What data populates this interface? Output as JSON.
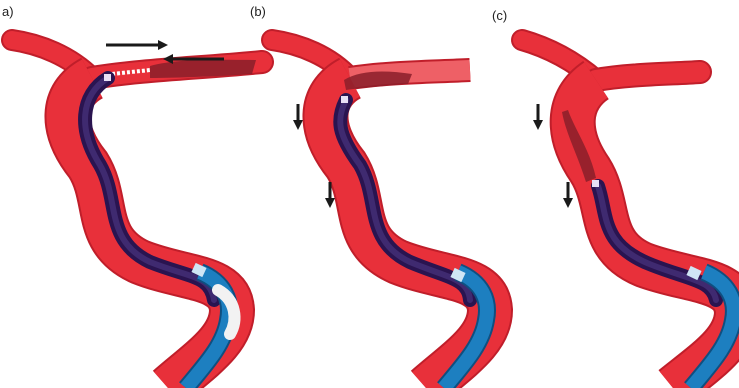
{
  "panels": [
    {
      "label": "a)"
    },
    {
      "label": "(b)"
    },
    {
      "label": "(c)"
    }
  ],
  "colors": {
    "vessel": "#e8303a",
    "vessel_edge": "#c01e2a",
    "vessel_highlight": "#f06a6e",
    "catheter": "#2a1450",
    "catheter_inner": "#3f2a70",
    "guide_catheter": "#1d7fc0",
    "guide_catheter_edge": "#0f4f80",
    "clot": "#8a1f2a",
    "arrow": "#1a1a1a",
    "background": "#ffffff"
  },
  "icons": {
    "arrow_right": "arrow-right-icon",
    "arrow_left": "arrow-left-icon",
    "arrow_down": "arrow-down-icon"
  }
}
